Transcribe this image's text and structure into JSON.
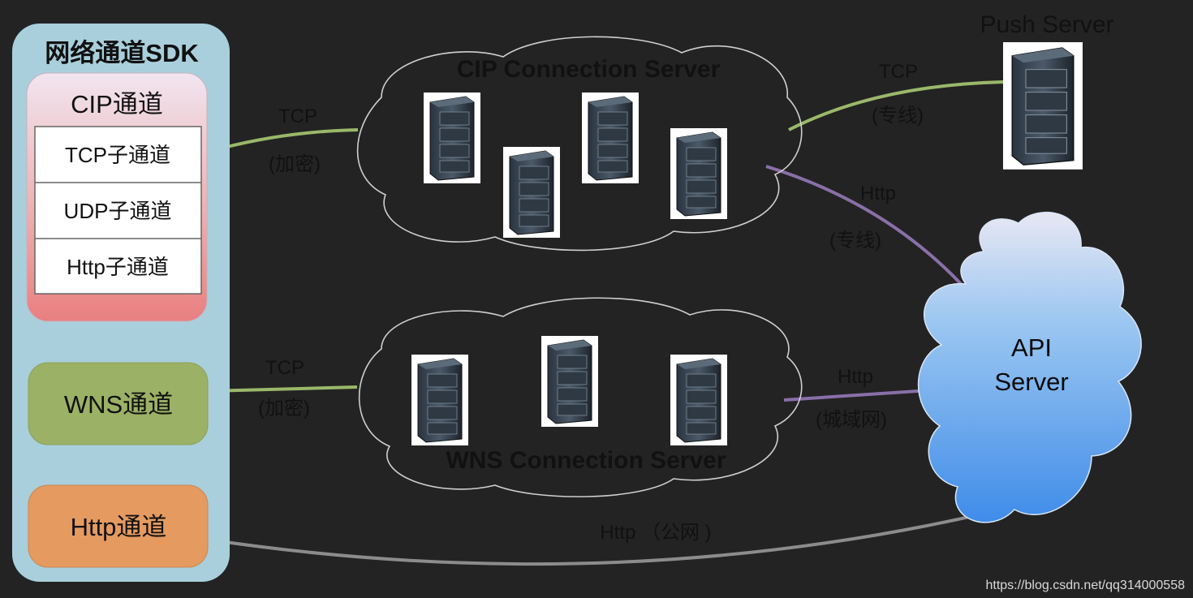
{
  "sdk": {
    "title": "网络通道SDK",
    "cip_title": "CIP通道",
    "sub_channels": [
      "TCP子通道",
      "UDP子通道",
      "Http子通道"
    ],
    "wns_label": "WNS通道",
    "http_label": "Http通道"
  },
  "cip_cloud": {
    "title": "CIP Connection Server"
  },
  "wns_cloud": {
    "title": "WNS Connection Server"
  },
  "push_server": {
    "title": "Push Server"
  },
  "api_server": {
    "line1": "API",
    "line2": "Server"
  },
  "links": {
    "cip_tcp": {
      "line1": "TCP",
      "line2": "(加密)"
    },
    "wns_tcp": {
      "line1": "TCP",
      "line2": "(加密)"
    },
    "push_tcp": {
      "line1": "TCP",
      "line2": "(专线)"
    },
    "cip_http": {
      "line1": "Http",
      "line2": "(专线)"
    },
    "wns_http": {
      "line1": "Http",
      "line2": "(城域网)"
    },
    "public_http": {
      "text": "Http （公网 )"
    }
  },
  "watermark": "https://blog.csdn.net/qq314000558",
  "colors": {
    "tcp_line": "#9ab86a",
    "http_line": "#8a6fa8",
    "public_line": "#8c8c8c",
    "sdk_panel": "#a9cfdc",
    "wns_box": "#9bb165",
    "http_box": "#e59a60",
    "cloud_fill": "#6aaeea"
  }
}
